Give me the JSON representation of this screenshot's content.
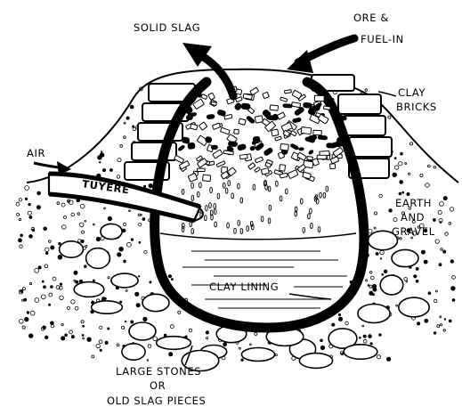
{
  "colors": {
    "ink": "#000000",
    "paper": "#ffffff"
  },
  "labels": {
    "solid_slag": "SOLID SLAG",
    "ore_fuel_line1": "ORE &",
    "ore_fuel_line2": "FUEL-IN",
    "clay_bricks_line1": "CLAY",
    "clay_bricks_line2": "BRICKS",
    "air": "AIR",
    "tuyere": "TUYERE",
    "earth_gravel_line1": "EARTH",
    "earth_gravel_line2": "AND",
    "earth_gravel_line3": "GRAVEL",
    "clay_lining": "CLAY LINING",
    "stones_line1": "LARGE STONES",
    "stones_line2": "OR",
    "stones_line3": "OLD SLAG PIECES"
  }
}
